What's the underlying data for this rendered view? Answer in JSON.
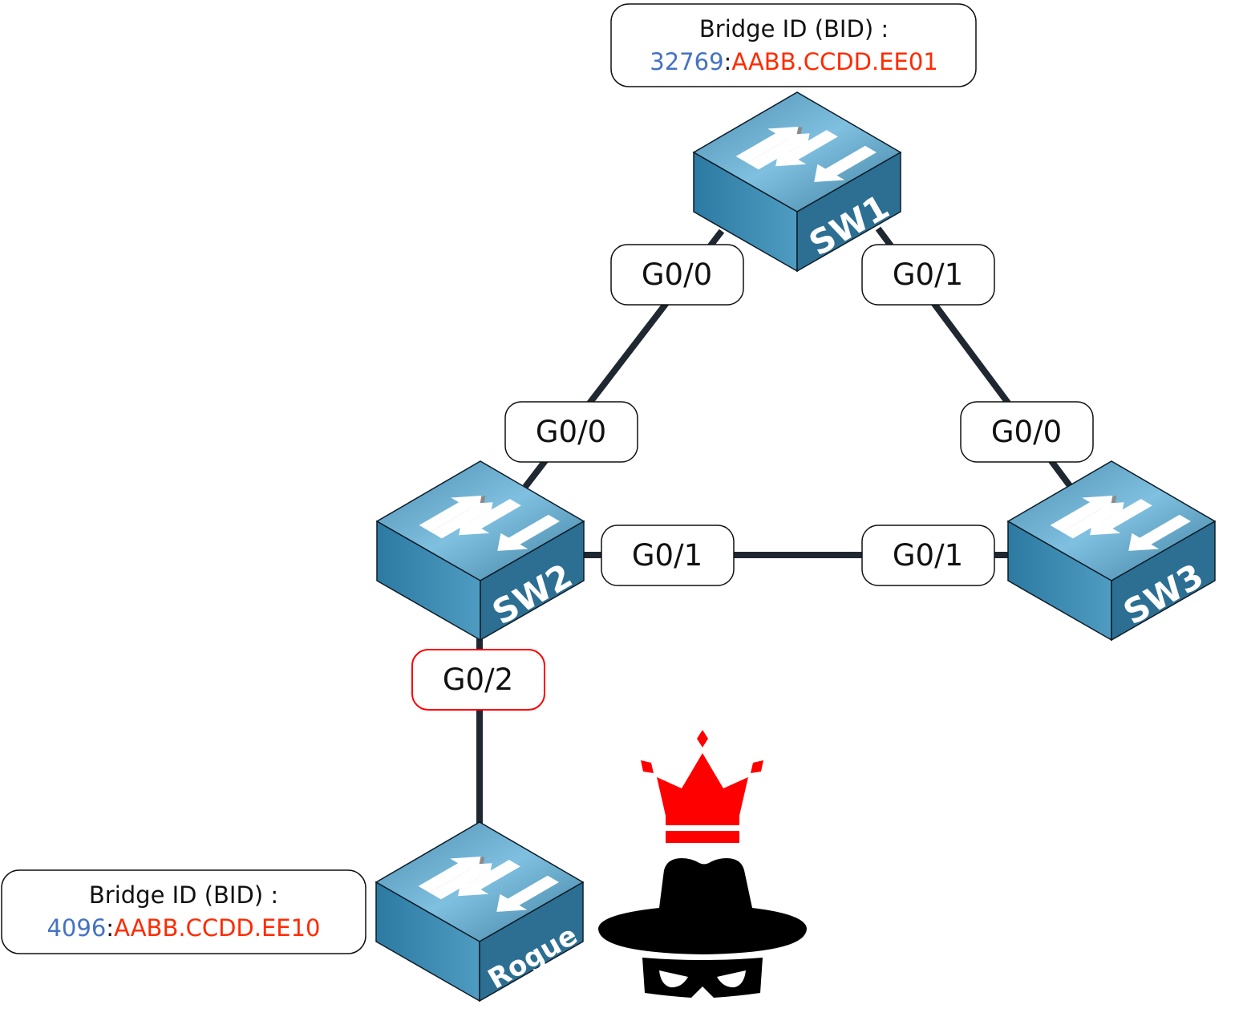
{
  "diagram": {
    "colors": {
      "priority": "#4472C4",
      "mac": "#FF2A00",
      "link": "#1f2730",
      "switch_top": "#5fa3c6",
      "switch_side": "#2f7ea6",
      "attacker_crown": "#FF0000",
      "attacker_hat": "#000000",
      "rogue_port_border": "#FF0000"
    },
    "sw1_bid": {
      "title": "Bridge ID (BID) :",
      "priority": "32769",
      "separator": ":",
      "mac": "AABB.CCDD.EE01"
    },
    "rogue_bid": {
      "title": "Bridge ID (BID) :",
      "priority": "4096",
      "separator": ":",
      "mac": "AABB.CCDD.EE10"
    },
    "switches": [
      {
        "name": "SW1",
        "icon": "switch-icon"
      },
      {
        "name": "SW2",
        "icon": "switch-icon"
      },
      {
        "name": "SW3",
        "icon": "switch-icon"
      },
      {
        "name": "Rogue",
        "icon": "switch-icon"
      }
    ],
    "ports": {
      "sw1_g00": "G0/0",
      "sw1_g01": "G0/1",
      "sw2_g00": "G0/0",
      "sw3_g00": "G0/0",
      "sw2_g01": "G0/1",
      "sw3_g01": "G0/1",
      "sw2_g02": "G0/2"
    },
    "attacker_icon": "hacker-with-crown-icon"
  }
}
